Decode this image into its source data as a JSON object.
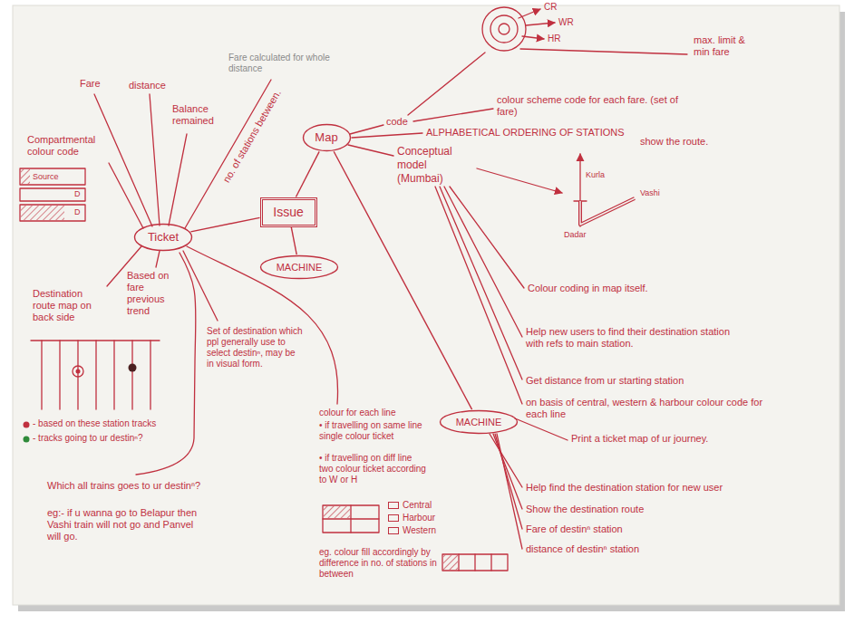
{
  "diagram": {
    "nodes": [
      {
        "text": [
          "Map"
        ]
      },
      {
        "text": [
          "Issue"
        ]
      },
      {
        "text": [
          "Ticket"
        ]
      },
      {
        "text": [
          "MACHINE"
        ]
      },
      {
        "text": [
          "MACHINE"
        ]
      }
    ],
    "edges": [
      {
        "from": 1,
        "to": 2,
        "arrow": "none"
      },
      {
        "from": 1,
        "to": 0,
        "arrow": "none"
      },
      {
        "from": 1,
        "to": 3,
        "arrow": "none"
      },
      {
        "from": 0,
        "to": 4,
        "arrow": "none"
      }
    ],
    "labels": [
      "CR",
      "WR",
      "HR",
      "max. limit & min fare",
      "Fare",
      "distance",
      "Fare calculated for whole distance",
      "Balance remained",
      "no. of stations between.",
      "code",
      "colour scheme code for each fare. (set of fare)",
      "ALPHABETICAL ORDERING OF STATIONS",
      "Compartmental colour code",
      "Source",
      "D",
      "D",
      "Conceptual model (Mumbai)",
      "show the route.",
      "Kurla",
      "Vashi",
      "Dadar",
      "Destination route map on back side",
      "Based on fare previous trend",
      "Colour coding in map itself.",
      "Set of destination which ppl generally use to select destinⁿ, may be in visual form.",
      "Help new users to find their destination station with refs to main station.",
      "Get distance from ur starting station",
      "on basis of central, western & harbour colour code for each line",
      "- based on these station tracks",
      "- tracks going to ur destinⁿ?",
      "colour for each line",
      "• if travelling on same line single colour ticket",
      "• if travelling on diff line two colour ticket according to W or H",
      "Print a ticket map of ur journey.",
      "Which all trains goes to ur destinⁿ?",
      "eg:- if u wanna go to Belapur then Vashi train will not go and Panvel will go.",
      "eg. colour fill accordingly by difference in no. of stations in between",
      "Help find the destination station for new user",
      "Show the destination route",
      "Fare of destinⁿ station",
      "distance of destinⁿ station"
    ],
    "legend": [
      {
        "text": "Central"
      },
      {
        "text": "Harbour"
      },
      {
        "text": "Western"
      }
    ]
  }
}
